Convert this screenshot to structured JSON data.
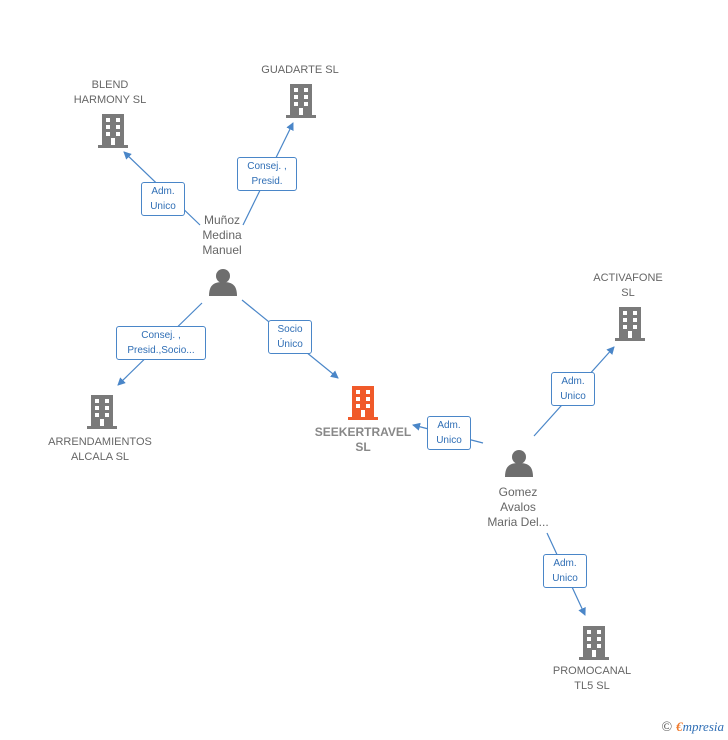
{
  "nodes": {
    "blend": {
      "label_1": "BLEND",
      "label_2": "HARMONY  SL"
    },
    "guadarte": {
      "label_1": "GUADARTE  SL"
    },
    "arrendamientos": {
      "label_1": "ARRENDAMIENTOS",
      "label_2": "ALCALA  SL"
    },
    "seekertravel": {
      "label_1": "SEEKERTRAVEL",
      "label_2": "SL"
    },
    "activafone": {
      "label_1": "ACTIVAFONE",
      "label_2": "SL"
    },
    "promocanal": {
      "label_1": "PROMOCANAL",
      "label_2": "TL5  SL"
    }
  },
  "persons": {
    "munoz": {
      "line_1": "Muñoz",
      "line_2": "Medina",
      "line_3": "Manuel"
    },
    "gomez": {
      "line_1": "Gomez",
      "line_2": "Avalos",
      "line_3": "Maria Del..."
    }
  },
  "edges": {
    "munoz_blend": {
      "line_1": "Adm.",
      "line_2": "Unico"
    },
    "munoz_guadarte": {
      "line_1": "Consej. ,",
      "line_2": "Presid."
    },
    "munoz_arrendamientos": {
      "line_1": "Consej. ,",
      "line_2": "Presid.,Socio..."
    },
    "munoz_seekertravel": {
      "line_1": "Socio",
      "line_2": "Único"
    },
    "gomez_seekertravel": {
      "line_1": "Adm.",
      "line_2": "Unico"
    },
    "gomez_activafone": {
      "line_1": "Adm.",
      "line_2": "Unico"
    },
    "gomez_promocanal": {
      "line_1": "Adm.",
      "line_2": "Unico"
    }
  },
  "watermark": {
    "copyright": "©",
    "brand_initial": "€",
    "brand_rest": "mpresia"
  },
  "colors": {
    "building": "#7a7a7a",
    "building_main": "#f05a2a",
    "person": "#6e6e6e",
    "edge": "#4a86c8"
  }
}
